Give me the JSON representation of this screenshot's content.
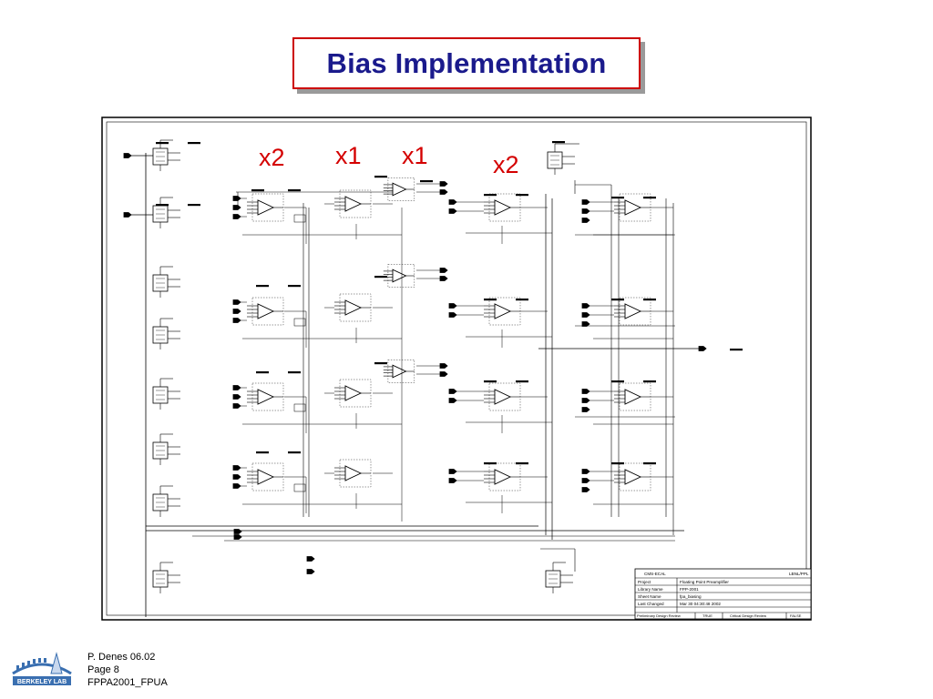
{
  "slide": {
    "title": "Bias Implementation",
    "multipliers": [
      "x2",
      "x1",
      "x1",
      "x2"
    ]
  },
  "title_block": {
    "header_left": "CMS-ECAL",
    "header_right": "LBNL/PPL",
    "rows": [
      {
        "label": "Project",
        "value": "Floating Point Preamplifier"
      },
      {
        "label": "Library Name",
        "value": "FPP-2001"
      },
      {
        "label": "Sheet Name",
        "value": "fpa_biasing"
      },
      {
        "label": "Last Changed",
        "value": "Mar 30 04:30:48 2002"
      }
    ],
    "review_row": [
      "Preliminary Design Review",
      "TRUE",
      "Critical Design Review",
      "FALSE"
    ]
  },
  "footer": {
    "line1": "P. Denes 06.02",
    "line2": "Page 8",
    "line3": "FPPA2001_FPUA"
  },
  "logo": {
    "icon": "berkeley-lab-logo",
    "text": "BERKELEY LAB"
  },
  "colors": {
    "title": "#1a1a8c",
    "frame": "#cc0000",
    "annotation": "#d40000",
    "schematic": "#000000"
  }
}
